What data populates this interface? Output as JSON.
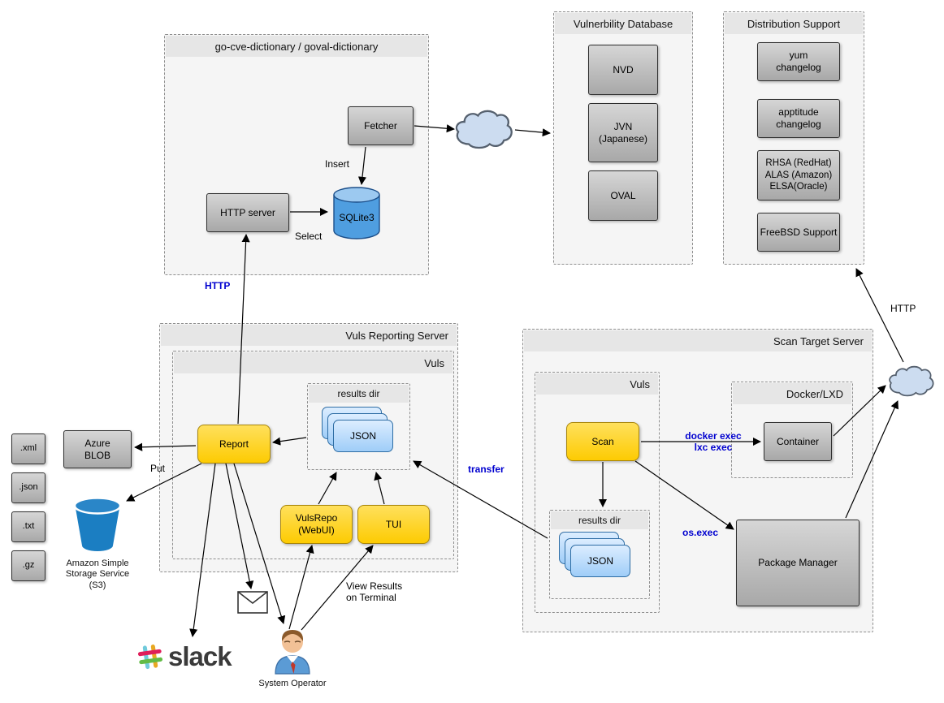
{
  "groups": {
    "cve_dict": "go-cve-dictionary / goval-dictionary",
    "vuln_db": "Vulnerbility Database",
    "dist_support": "Distribution Support",
    "reporting_server": "Vuls Reporting Server",
    "reporting_vuls": "Vuls",
    "reporting_results": "results dir",
    "scan_server": "Scan Target Server",
    "scan_vuls": "Vuls",
    "scan_results": "results dir",
    "docker_lxd": "Docker/LXD"
  },
  "nodes": {
    "fetcher": "Fetcher",
    "http_server": "HTTP server",
    "sqlite": "SQLite3",
    "nvd": "NVD",
    "jvn": "JVN\n(Japanese)",
    "oval": "OVAL",
    "yum_changelog": "yum\nchangelog",
    "apptitude_changelog": "apptitude\nchangelog",
    "rhsa": "RHSA (RedHat)\nALAS (Amazon)\nELSA(Oracle)",
    "freebsd": "FreeBSD Support",
    "report": "Report",
    "reporting_json": "JSON",
    "vulsrepo": "VulsRepo\n(WebUI)",
    "tui": "TUI",
    "scan": "Scan",
    "scan_json": "JSON",
    "container": "Container",
    "package_manager": "Package Manager",
    "azure_blob": "Azure\nBLOB"
  },
  "files": {
    "xml": ".xml",
    "json": ".json",
    "txt": ".txt",
    "gz": ".gz"
  },
  "labels": {
    "insert": "Insert",
    "select": "Select",
    "http_reporting": "HTTP",
    "http_dist": "HTTP",
    "put": "Put",
    "transfer": "transfer",
    "docker_exec": "docker exec\nlxc exec",
    "os_exec": "os.exec",
    "view_results": "View Results\non Terminal",
    "s3": "Amazon Simple\nStorage Service\n(S3)",
    "slack": "slack",
    "system_operator": "System Operator"
  },
  "colors": {
    "edge_label_blue": "#0000cf",
    "node_gray": "#b8b8b8",
    "node_yellow": "#fdcb02",
    "json_card_blue": "#9fcdf8",
    "sqlite_cylinder": "#4f9ee0",
    "s3_bucket": "#1b7ec2",
    "cloud_fill": "#ccdcf0"
  }
}
